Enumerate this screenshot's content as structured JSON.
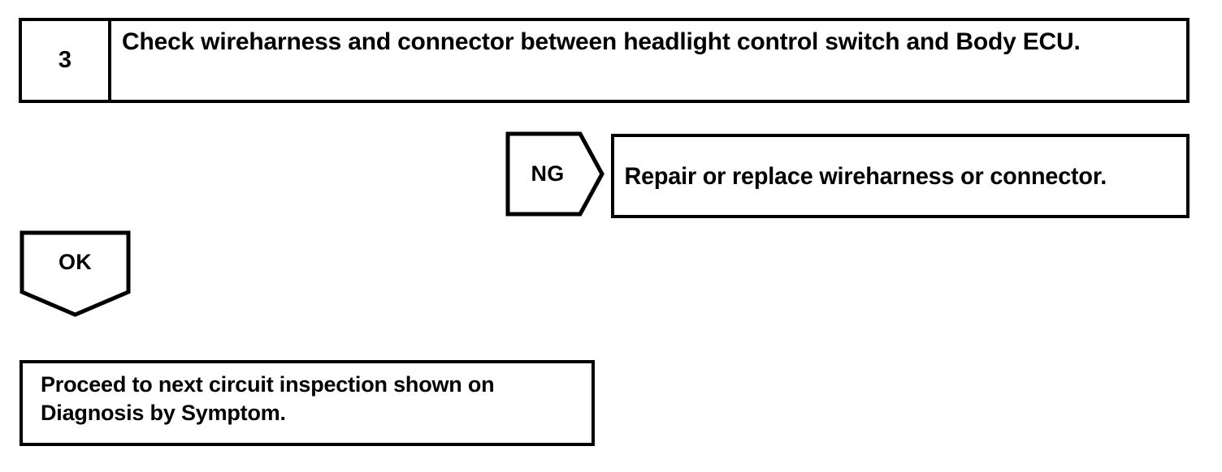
{
  "diagram": {
    "type": "troubleshooting-flowchart",
    "line_color": "#000000",
    "background_color": "#ffffff",
    "step": {
      "number": "3",
      "instruction": "Check wireharness and connector between headlight control switch and Body ECU."
    },
    "branches": {
      "ng": {
        "label": "NG",
        "result": "Repair or replace wireharness or connector."
      },
      "ok": {
        "label": "OK",
        "result": "Proceed to next circuit inspection shown on Diagnosis by Symptom."
      }
    }
  }
}
